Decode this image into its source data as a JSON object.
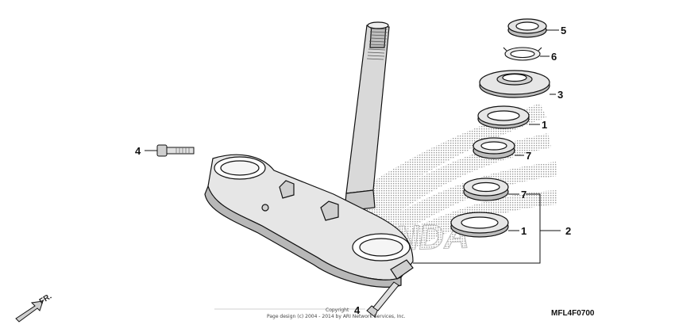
{
  "diagram": {
    "watermark_text": "HONDA",
    "part_code": "MFL4F0700",
    "direction_label": "FR.",
    "copyright_line1": "Copyright",
    "copyright_line2": "Page design (c) 2004 - 2014 by ARI Network Services, Inc.",
    "callouts": [
      {
        "id": "c5",
        "label": "5",
        "part": "steering-stem-nut"
      },
      {
        "id": "c6",
        "label": "6",
        "part": "lock-washer"
      },
      {
        "id": "c3",
        "label": "3",
        "part": "adjusting-nut"
      },
      {
        "id": "c1a",
        "label": "1",
        "part": "dust-seal-upper"
      },
      {
        "id": "c7a",
        "label": "7",
        "part": "bearing-upper"
      },
      {
        "id": "c7b",
        "label": "7",
        "part": "bearing-lower"
      },
      {
        "id": "c1b",
        "label": "1",
        "part": "dust-seal-lower"
      },
      {
        "id": "c2",
        "label": "2",
        "part": "bearing-set"
      },
      {
        "id": "c4a",
        "label": "4",
        "part": "pinch-bolt-left"
      },
      {
        "id": "c4b",
        "label": "4",
        "part": "pinch-bolt-right"
      }
    ]
  }
}
